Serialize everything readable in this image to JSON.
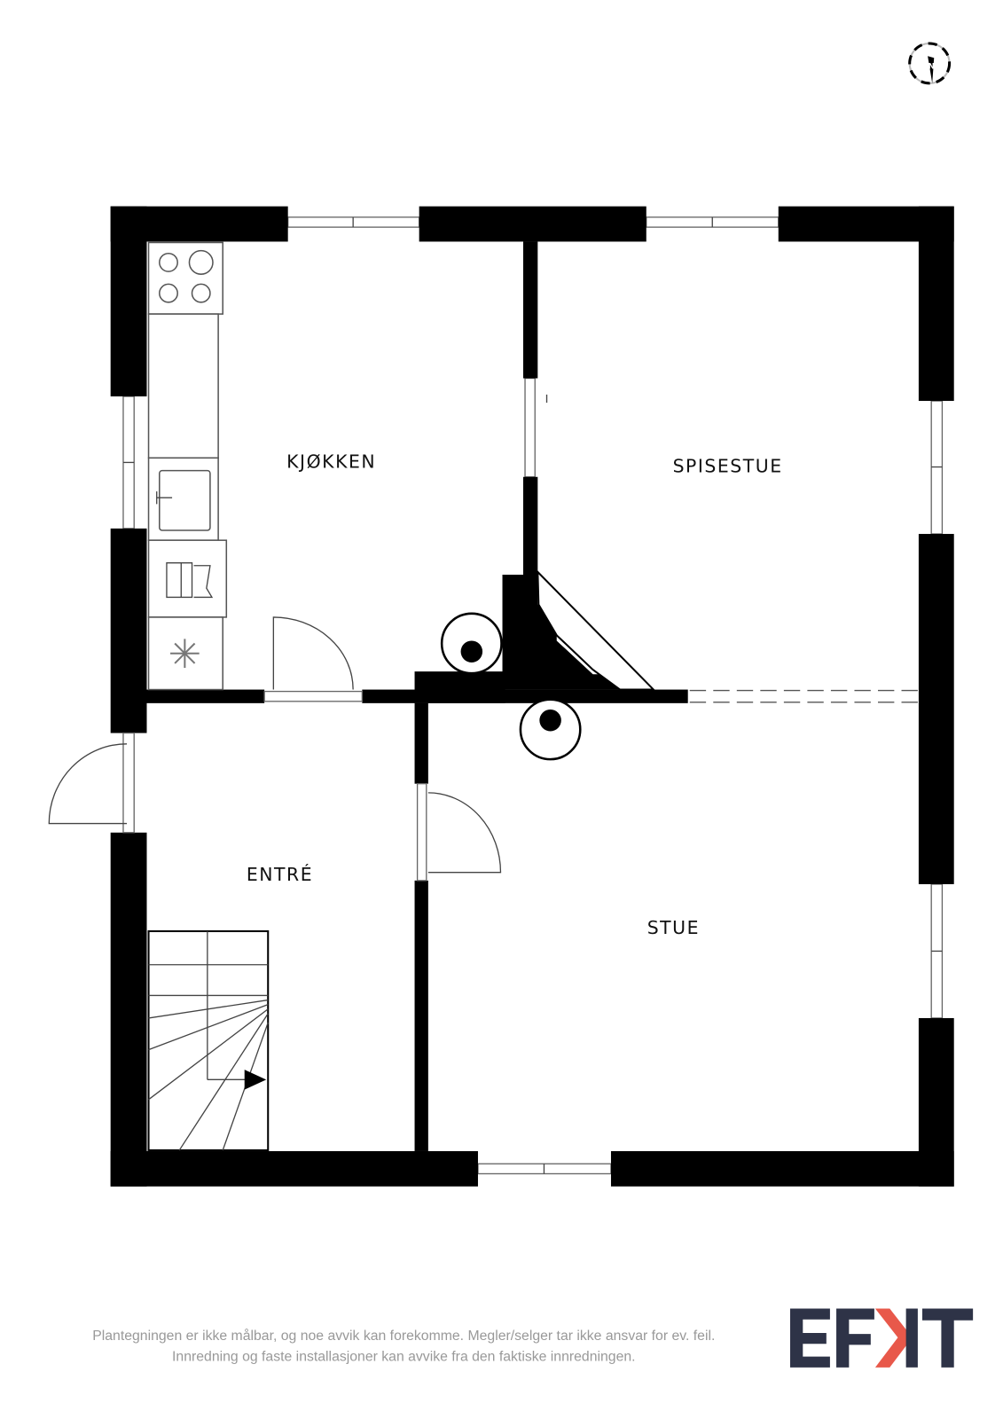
{
  "rooms": {
    "kitchen": "KJØKKEN",
    "dining": "SPISESTUE",
    "entrance": "ENTRÉ",
    "living": "STUE"
  },
  "compass": {
    "label": "N",
    "icon": "compass-north-icon"
  },
  "disclaimer": {
    "line1": "Plantegningen er ikke målbar, og noe avvik kan forekomme. Megler/selger tar ikke ansvar for ev. feil.",
    "line2": "Innredning og faste installasjoner kan avvike fra den faktiske innredningen."
  },
  "logo": {
    "text": "EFKIT",
    "colors": {
      "primary": "#2e3347",
      "accent": "#e8584a"
    }
  }
}
